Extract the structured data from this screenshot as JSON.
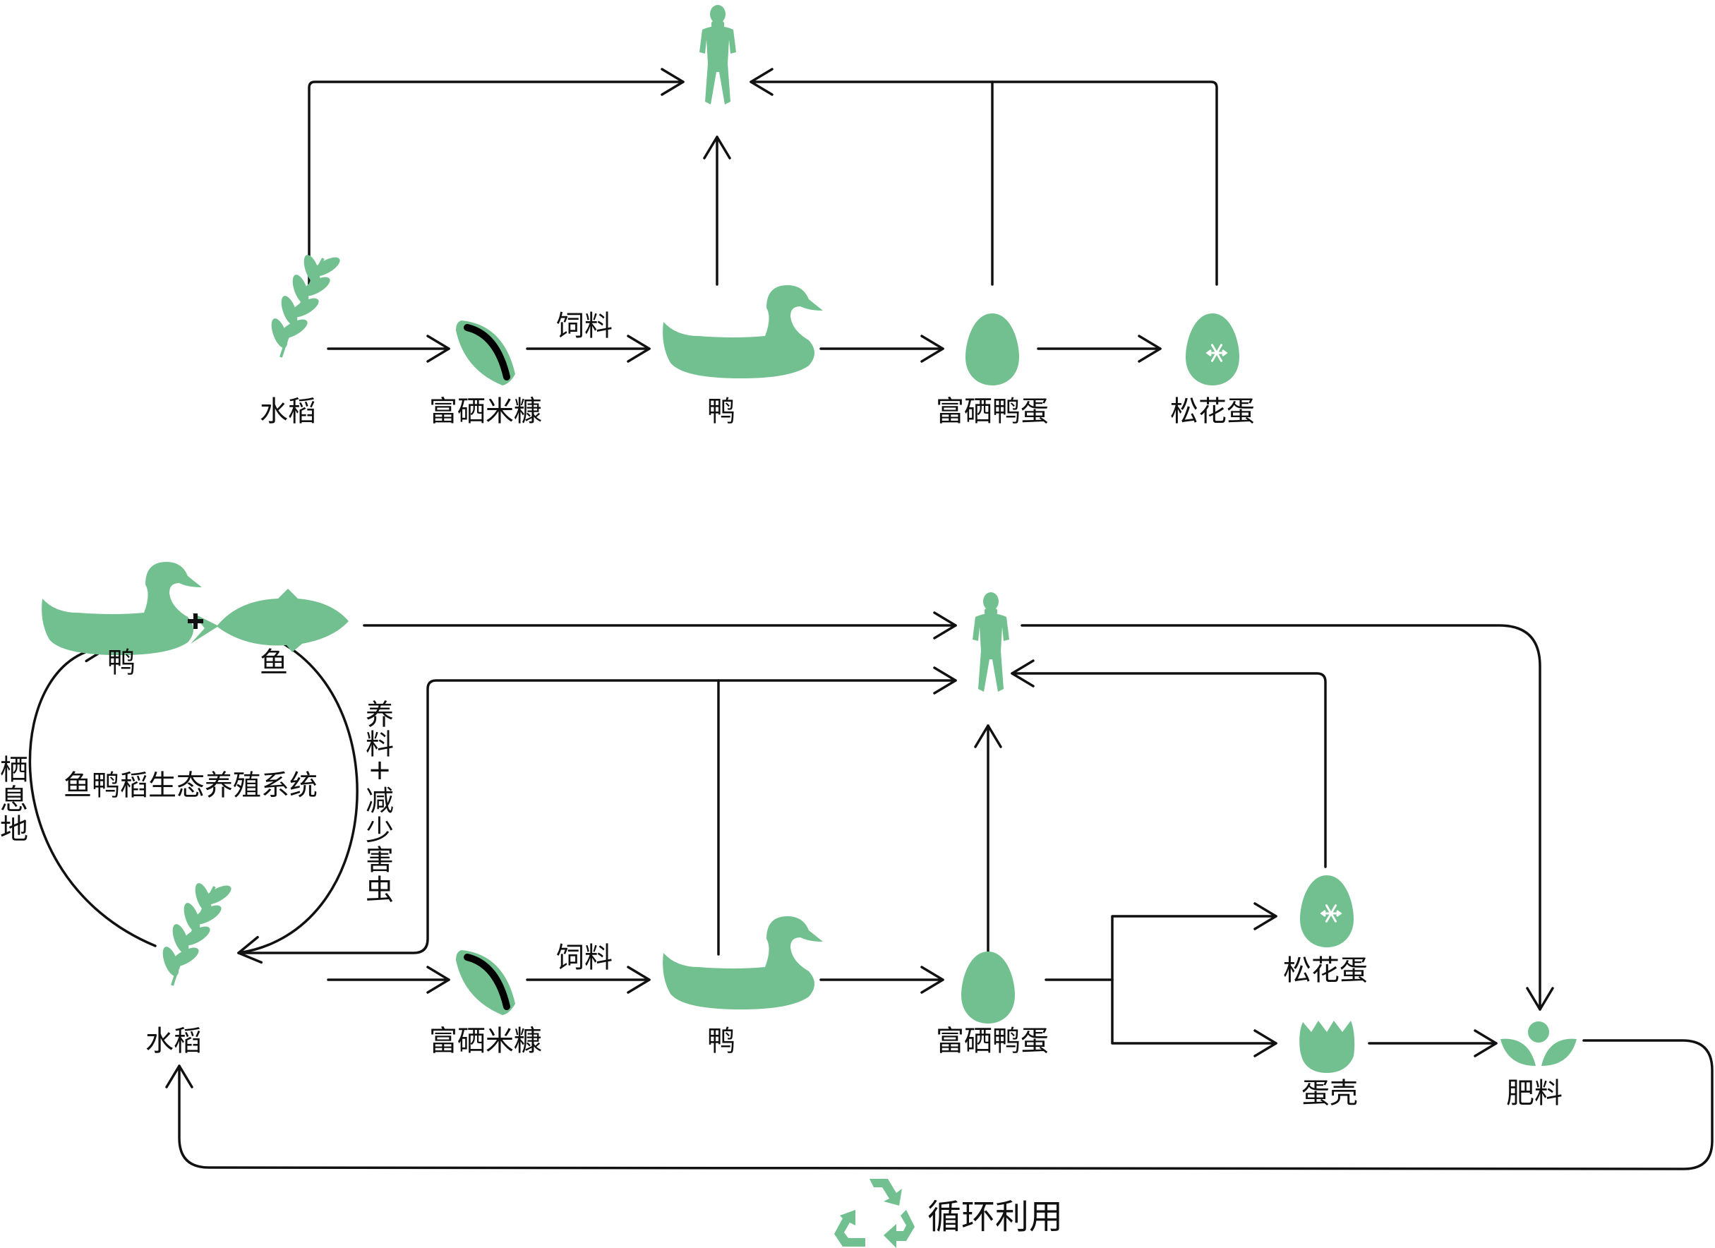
{
  "colors": {
    "icon_green": "#72c08f",
    "line": "#111111",
    "background": "#ffffff"
  },
  "top": {
    "rice": "水稻",
    "bran": "富硒米糠",
    "feed": "饲料",
    "duck": "鸭",
    "se_egg": "富硒鸭蛋",
    "preserved_egg": "松花蛋"
  },
  "bottom": {
    "duck": "鸭",
    "fish": "鱼",
    "system": "鱼鸭稻生态养殖系统",
    "habitat": [
      "栖",
      "息",
      "地"
    ],
    "feed_pest": [
      "养",
      "料",
      "+",
      "减",
      "少",
      "害",
      "虫"
    ],
    "rice": "水稻",
    "bran": "富硒米糠",
    "feed": "饲料",
    "duck2": "鸭",
    "se_egg": "富硒鸭蛋",
    "preserved_egg": "松花蛋",
    "eggshell": "蛋壳",
    "fertilizer": "肥料",
    "recycle": "循环利用"
  },
  "icons": {
    "person": "person-icon",
    "rice": "rice-plant-icon",
    "bran": "rice-bran-seed-icon",
    "duck": "duck-icon",
    "fish": "fish-icon",
    "egg": "egg-icon",
    "preserved_egg": "snowflake-egg-icon",
    "eggshell": "broken-eggshell-icon",
    "fertilizer": "sprout-fertilizer-icon",
    "recycle": "recycle-icon"
  }
}
